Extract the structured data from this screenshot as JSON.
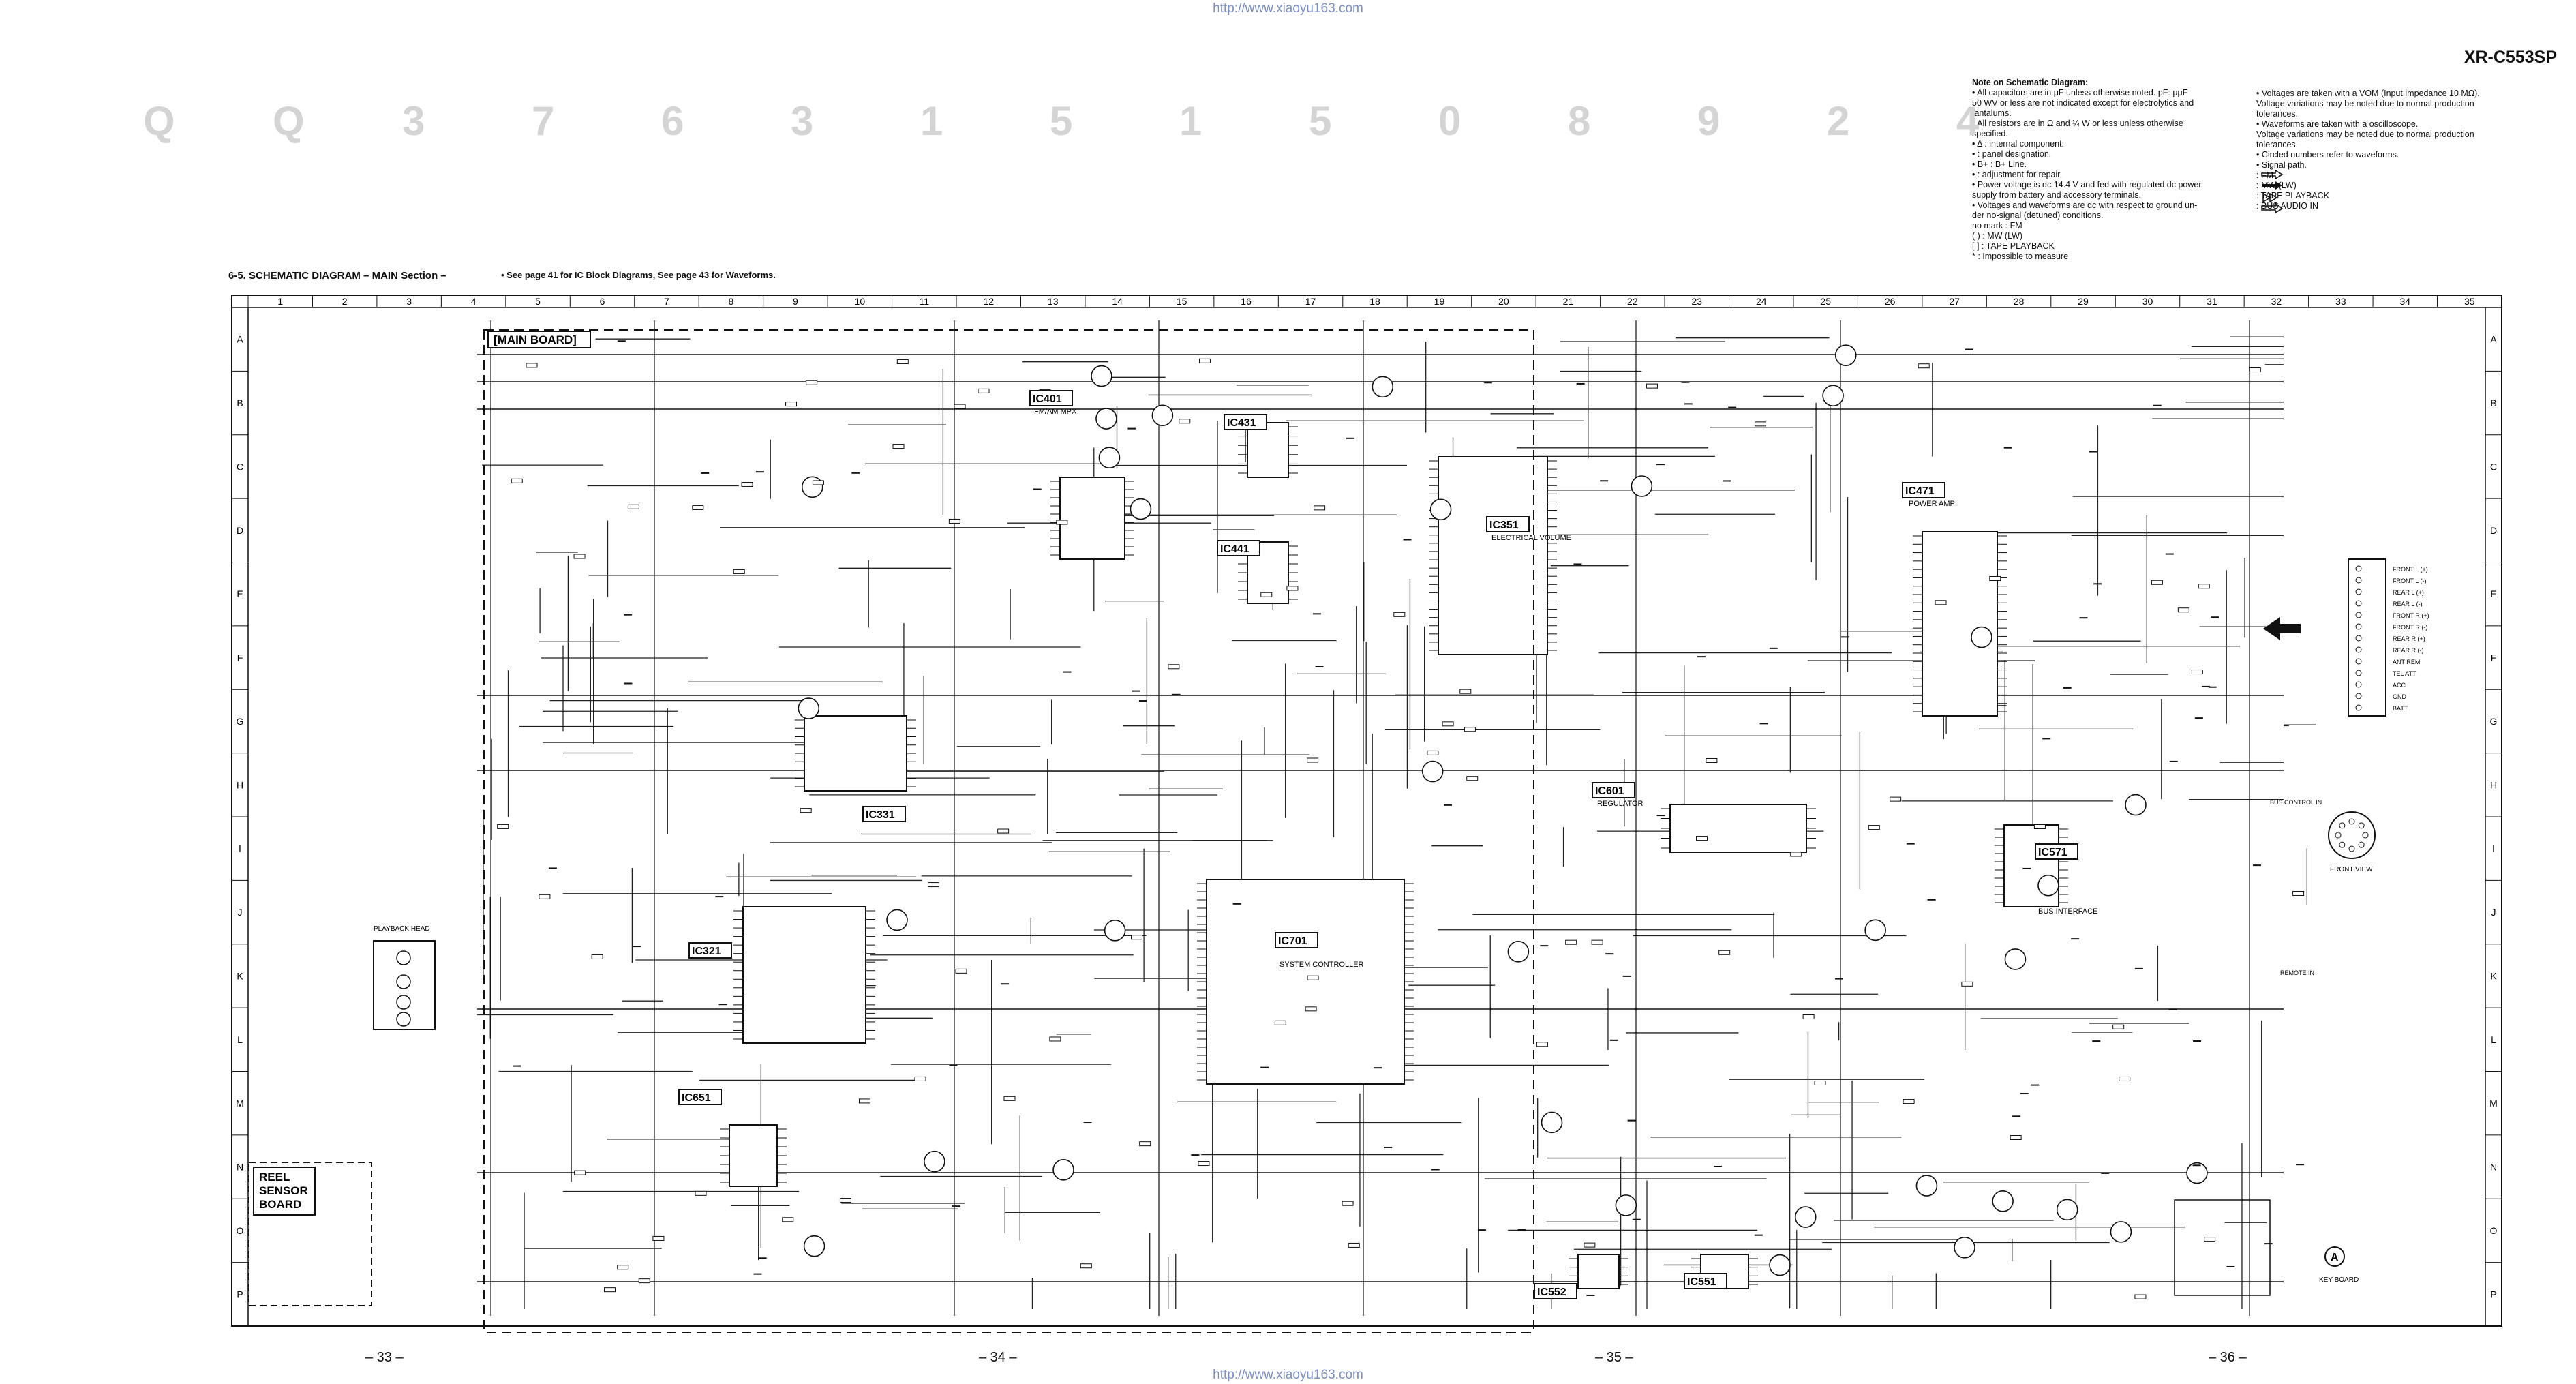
{
  "header": {
    "url_top": "http://www.xiaoyu163.com",
    "url_bottom": "http://www.xiaoyu163.com",
    "model": "XR-C553SP"
  },
  "section": {
    "title": "6-5.  SCHEMATIC DIAGRAM  – MAIN Section –",
    "note": "• See page 41 for IC Block Diagrams, See page 43 for Waveforms."
  },
  "notes": {
    "heading": "Note on Schematic Diagram:",
    "left": [
      "•  All capacitors are in μF unless otherwise noted.  pF: μμF",
      "    50 WV or less are not indicated except for electrolytics and",
      "    tantalums.",
      "•  All resistors are in Ω and ¼ W or less unless otherwise",
      "    specified.",
      "•        Δ        : internal component.",
      "•                    : panel designation.",
      "•      B+          : B+ Line.",
      "•                    : adjustment for repair.",
      "•  Power voltage is dc 14.4 V and fed with regulated dc power",
      "    supply from battery and accessory terminals.",
      "•  Voltages and waveforms are dc with respect to ground un-",
      "    der no-signal (detuned) conditions.",
      "    no mark : FM",
      "    (      )   : MW (LW)",
      "    [      ]   : TAPE PLAYBACK",
      "        *       : Impossible to measure"
    ],
    "right": [
      "•  Voltages are taken with a VOM (Input impedance 10 MΩ).",
      "    Voltage variations may be noted due to normal production",
      "    tolerances.",
      "•  Waveforms are taken with a oscilloscope.",
      "    Voltage variations may be noted due to normal production",
      "    tolerances.",
      "•  Circled numbers refer to waveforms.",
      "•  Signal path.",
      "          : FM",
      "          : MW (LW)",
      "          : TAPE PLAYBACK",
      "          : BUS AUDIO IN"
    ]
  },
  "grid": {
    "columns": [
      "1",
      "2",
      "3",
      "4",
      "5",
      "6",
      "7",
      "8",
      "9",
      "10",
      "11",
      "12",
      "13",
      "14",
      "15",
      "16",
      "17",
      "18",
      "19",
      "20",
      "21",
      "22",
      "23",
      "24",
      "25",
      "26",
      "27",
      "28",
      "29",
      "30",
      "31",
      "32",
      "33",
      "34",
      "35"
    ],
    "rows": [
      "A",
      "B",
      "C",
      "D",
      "E",
      "F",
      "G",
      "H",
      "I",
      "J",
      "K",
      "L",
      "M",
      "N",
      "O",
      "P"
    ]
  },
  "pages": [
    "– 33 –",
    "– 34 –",
    "– 35 –",
    "– 36 –"
  ],
  "watermark": [
    "Q",
    "Q",
    "3",
    "7",
    "6",
    "3",
    "1",
    "5",
    "1",
    "5",
    "0",
    "8",
    "9",
    "2",
    "4"
  ],
  "boards": {
    "main": "[MAIN BOARD]",
    "reel_l1": "REEL",
    "reel_l2": "SENSOR",
    "reel_l3": "BOARD"
  },
  "ics": [
    "IC401",
    "IC431",
    "IC441",
    "IC351",
    "IC471",
    "IC331",
    "IC321",
    "IC601",
    "IC701",
    "IC571",
    "IC651",
    "IC552",
    "IC551"
  ],
  "labels": {
    "ic701_sub": "SYSTEM CONTROLLER",
    "ic571_sub": "BUS INTERFACE",
    "ic601_sub": "REGULATOR",
    "ic471_sub": "POWER AMP",
    "ic351_sub": "ELECTRICAL VOLUME",
    "ic401_sub": "FM/AM MPX",
    "playback_head": "PLAYBACK HEAD",
    "front_view": "FRONT VIEW",
    "key_board": "KEY BOARD",
    "bus_control_in": "BUS CONTROL IN",
    "remote_in": "REMOTE IN",
    "waveform_a": "A",
    "cn": [
      "FRONT L (+)",
      "FRONT L (-)",
      "REAR L (+)",
      "REAR L (-)",
      "FRONT R (+)",
      "FRONT R (-)",
      "REAR R (+)",
      "REAR R (-)",
      "ANT REM",
      "TEL ATT",
      "ACC",
      "GND",
      "BATT"
    ]
  }
}
